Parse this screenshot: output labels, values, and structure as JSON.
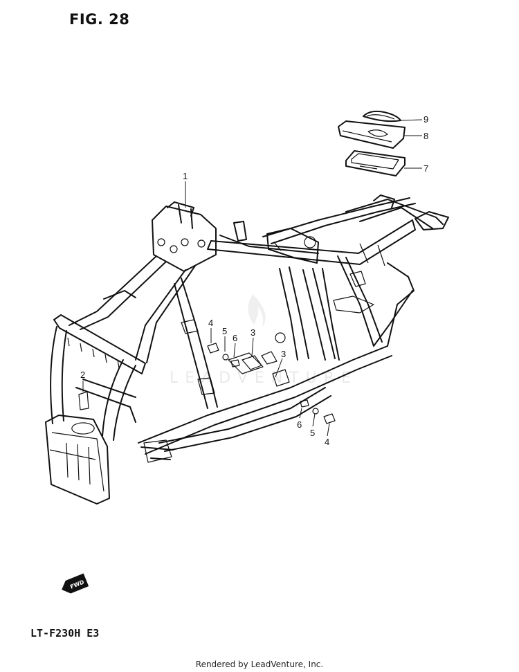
{
  "figure": {
    "title": "FIG. 28"
  },
  "model_code": "LT-F230H  E3",
  "footer": "Rendered by LeadVenture, Inc.",
  "watermark": {
    "text": "LEADVENTURE"
  },
  "fwd_badge": {
    "label": "FWD"
  },
  "callouts": [
    {
      "id": "1",
      "label": "1"
    },
    {
      "id": "2",
      "label": "2"
    },
    {
      "id": "3a",
      "label": "3"
    },
    {
      "id": "3b",
      "label": "3"
    },
    {
      "id": "4a",
      "label": "4"
    },
    {
      "id": "4b",
      "label": "4"
    },
    {
      "id": "5a",
      "label": "5"
    },
    {
      "id": "5b",
      "label": "5"
    },
    {
      "id": "6a",
      "label": "6"
    },
    {
      "id": "6b",
      "label": "6"
    },
    {
      "id": "7",
      "label": "7"
    },
    {
      "id": "8",
      "label": "8"
    },
    {
      "id": "9",
      "label": "9"
    }
  ]
}
